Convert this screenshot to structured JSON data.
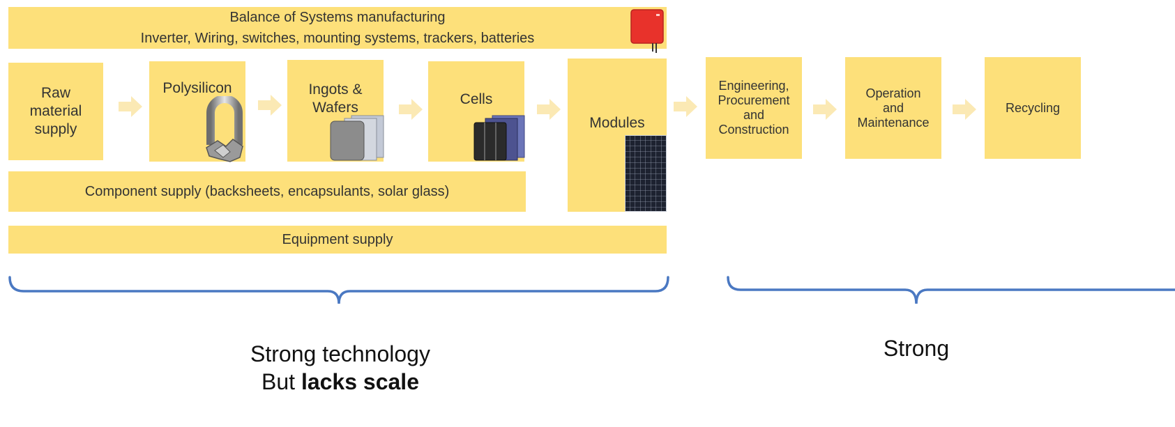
{
  "bos": {
    "line1": "Balance of Systems  manufacturing",
    "line2": "Inverter, Wiring, switches, mounting  systems, trackers, batteries"
  },
  "stages": {
    "raw": [
      "Raw",
      "material",
      "supply"
    ],
    "polysilicon": "Polysilicon",
    "ingots": [
      "Ingots &",
      "Wafers"
    ],
    "cells": "Cells",
    "modules": "Modules",
    "epc": [
      "Engineering,",
      "Procurement",
      "and",
      "Construction"
    ],
    "om": [
      "Operation",
      "and",
      "Maintenance"
    ],
    "recycling": "Recycling"
  },
  "component_supply": "Component supply (backsheets, encapsulants,  solar glass)",
  "equipment_supply": "Equipment supply",
  "labels": {
    "left_line1": "Strong technology",
    "left_line2_prefix": "But ",
    "left_line2_bold": "lacks scale",
    "right": "Strong"
  },
  "colors": {
    "box": "#fde07a",
    "arrow": "#fbe9b4",
    "brace": "#4a78c2",
    "inverter": "#e8322b"
  }
}
